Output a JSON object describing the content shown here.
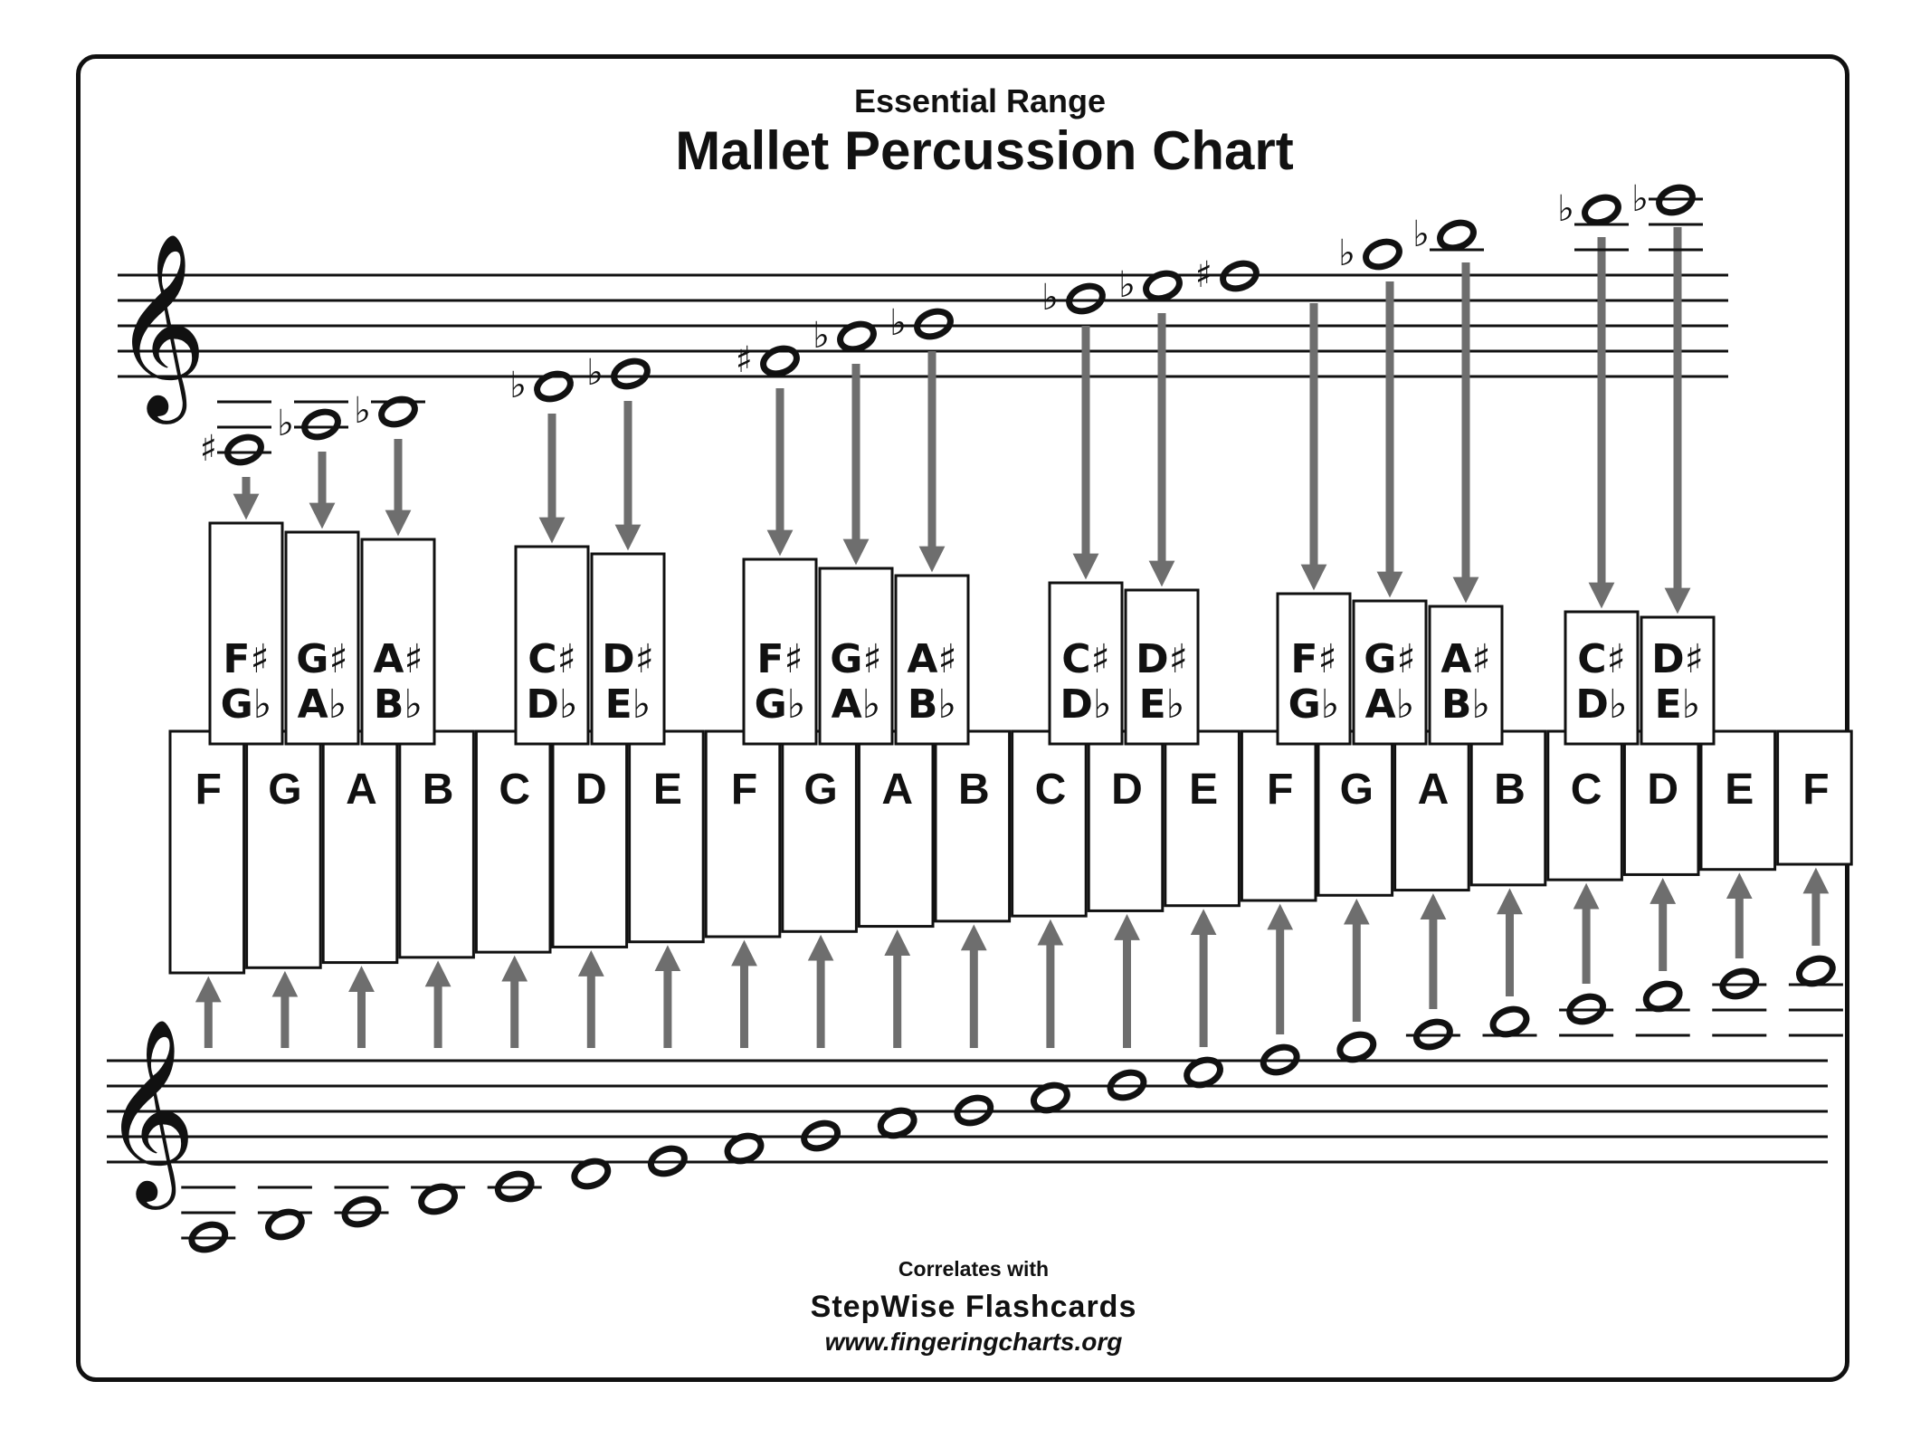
{
  "header": {
    "subtitle": "Essential Range",
    "title": "Mallet Percussion Chart"
  },
  "footer": {
    "line1": "Correlates with",
    "brand": "StepWise Flashcards",
    "url": "www.fingeringcharts.org"
  },
  "naturals": [
    "F",
    "G",
    "A",
    "B",
    "C",
    "D",
    "E",
    "F",
    "G",
    "A",
    "B",
    "C",
    "D",
    "E",
    "F",
    "G",
    "A",
    "B",
    "C",
    "D",
    "E",
    "F"
  ],
  "accidental_groups": [
    [
      {
        "sharp": "F♯",
        "flat": "G♭"
      },
      {
        "sharp": "G♯",
        "flat": "A♭"
      },
      {
        "sharp": "A♯",
        "flat": "B♭"
      }
    ],
    [
      {
        "sharp": "C♯",
        "flat": "D♭"
      },
      {
        "sharp": "D♯",
        "flat": "E♭"
      }
    ],
    [
      {
        "sharp": "F♯",
        "flat": "G♭"
      },
      {
        "sharp": "G♯",
        "flat": "A♭"
      },
      {
        "sharp": "A♯",
        "flat": "B♭"
      }
    ],
    [
      {
        "sharp": "C♯",
        "flat": "D♭"
      },
      {
        "sharp": "D♯",
        "flat": "E♭"
      }
    ],
    [
      {
        "sharp": "F♯",
        "flat": "G♭"
      },
      {
        "sharp": "G♯",
        "flat": "A♭"
      },
      {
        "sharp": "A♯",
        "flat": "B♭"
      }
    ],
    [
      {
        "sharp": "C♯",
        "flat": "D♭"
      },
      {
        "sharp": "D♯",
        "flat": "E♭"
      }
    ]
  ],
  "accidental_signs": [
    "♯",
    "♭",
    "♭",
    "♭",
    "♭",
    "♯",
    "♭",
    "♭",
    "♭",
    "♭",
    "♯",
    "♭",
    "♭",
    "♭",
    "♭"
  ],
  "clef_symbol": "𝄞",
  "colors": {
    "arrow": "#6e6e6e",
    "ink": "#111111",
    "background": "#ffffff"
  }
}
